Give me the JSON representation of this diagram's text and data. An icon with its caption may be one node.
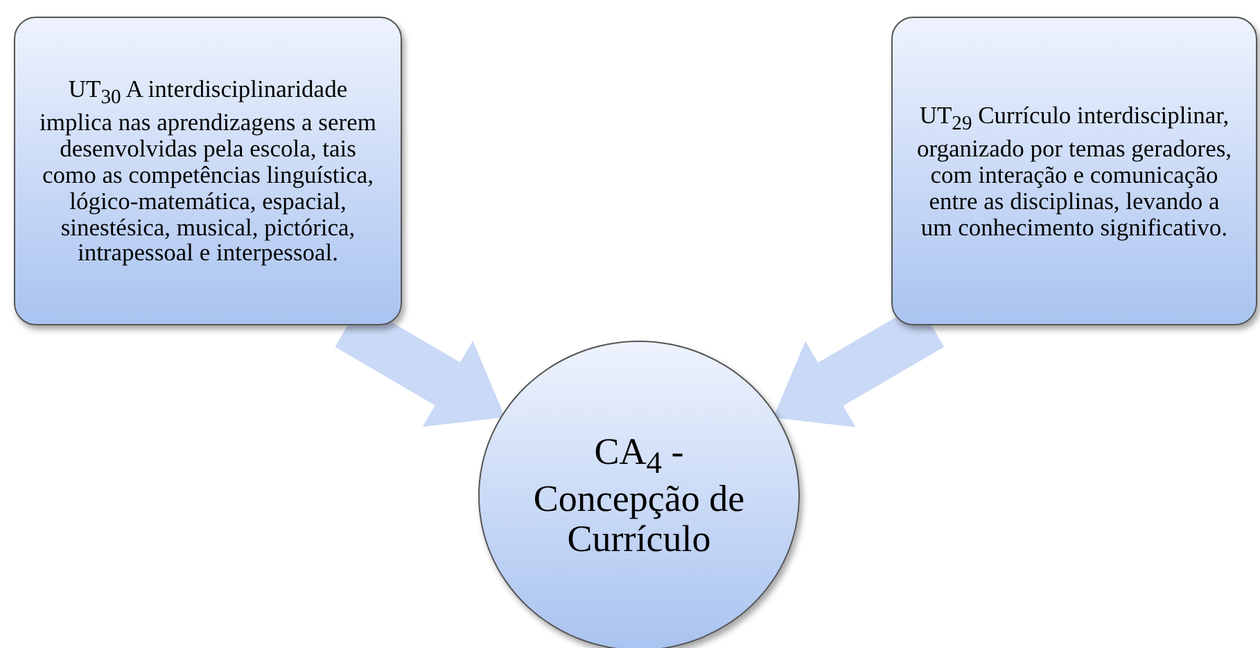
{
  "diagram": {
    "nodes": [
      {
        "text": [
          "UT$_{30}$ A interdisciplinaridade implica nas aprendizagens a serem desenvolvidas pela escola, tais como as competências linguística, lógico-matemática, espacial, sinestésica, musical, pictórica, intrapessoal e interpessoal."
        ]
      },
      {
        "text": [
          "UT$_{29}$ Currículo interdisciplinar, organizado por temas geradores, com interação e comunicação entre as disciplinas, levando a um conhecimento significativo."
        ]
      },
      {
        "text": [
          "CA$_{4}$ - Concepção de Currículo"
        ]
      }
    ],
    "edges": [
      {
        "from": 0,
        "to": 2,
        "arrow": "to"
      },
      {
        "from": 1,
        "to": 2,
        "arrow": "to"
      }
    ]
  }
}
